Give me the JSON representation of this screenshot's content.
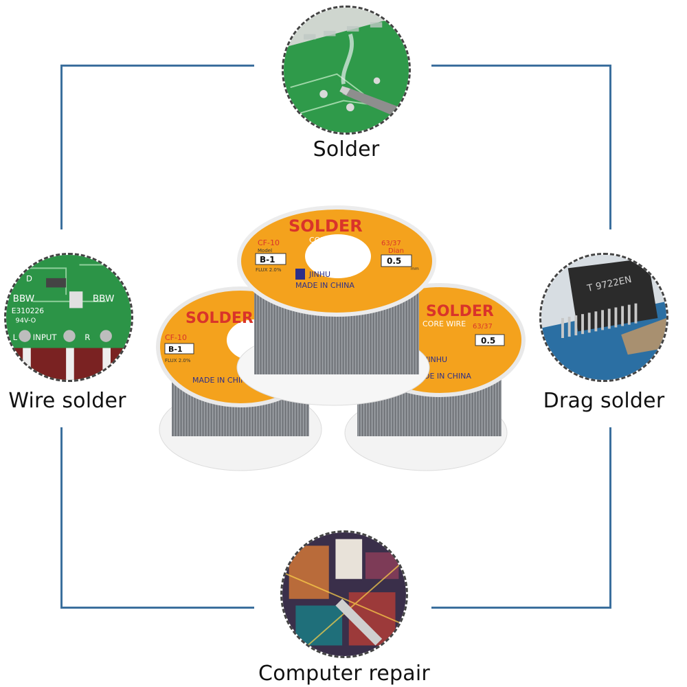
{
  "colors": {
    "frame": "#3b6f9d",
    "label_orange": "#f4a21d",
    "label_red": "#d9342a",
    "wire": "#9a9ea3"
  },
  "captions": {
    "top": "Solder",
    "left": "Wire solder",
    "right": "Drag solder",
    "bottom": "Computer repair"
  },
  "spool_label": {
    "brand_word": "SOLDER",
    "core": "CORE WIRE",
    "series": "CF-10",
    "model_label": "Model",
    "model": "B-1",
    "alloy": "63/37",
    "dian": "Dian",
    "diameter": "0.5",
    "unit": "mm",
    "flux": "FLUX 2.0%",
    "maker": "JINHU",
    "origin": "MADE IN CHINA"
  },
  "pcb_left_text": {
    "bbw": "BBW",
    "e_code": "E310226",
    "rating": "94V-O",
    "input": "INPUT",
    "l": "L",
    "r": "R",
    "d": "D"
  },
  "chip_text": "T 9722EN",
  "icons": [
    "solder-iron-icon",
    "pcb-icon",
    "chip-icon",
    "motherboard-icon"
  ]
}
